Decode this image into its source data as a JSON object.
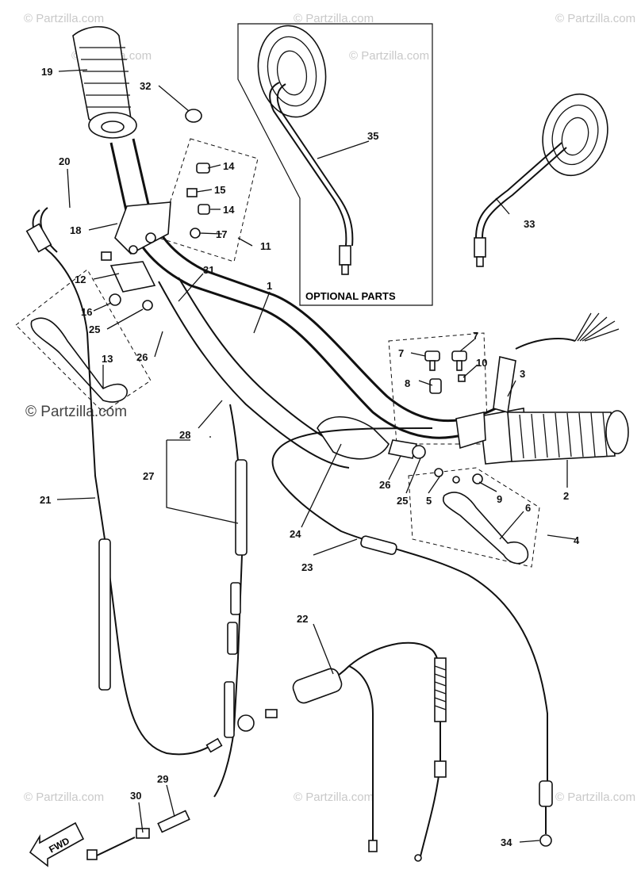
{
  "watermarks": {
    "small": "© Partzilla.com",
    "main": "© Partzilla.com"
  },
  "optional_parts_label": "OPTIONAL PARTS",
  "fwd_label": "FWD",
  "callouts": {
    "c1": "1",
    "c2": "2",
    "c3": "3",
    "c4": "4",
    "c5": "5",
    "c6": "6",
    "c7a": "7",
    "c7b": "7",
    "c8": "8",
    "c9": "9",
    "c10": "10",
    "c11": "11",
    "c12": "12",
    "c13": "13",
    "c14a": "14",
    "c14b": "14",
    "c15": "15",
    "c16": "16",
    "c17": "17",
    "c18": "18",
    "c19": "19",
    "c20": "20",
    "c21": "21",
    "c22": "22",
    "c23": "23",
    "c24": "24",
    "c25a": "25",
    "c25b": "25",
    "c26a": "26",
    "c26b": "26",
    "c27": "27",
    "c28": "28",
    "c29": "29",
    "c30": "30",
    "c31": "31",
    "c32": "32",
    "c33": "33",
    "c34": "34",
    "c35": "35"
  }
}
